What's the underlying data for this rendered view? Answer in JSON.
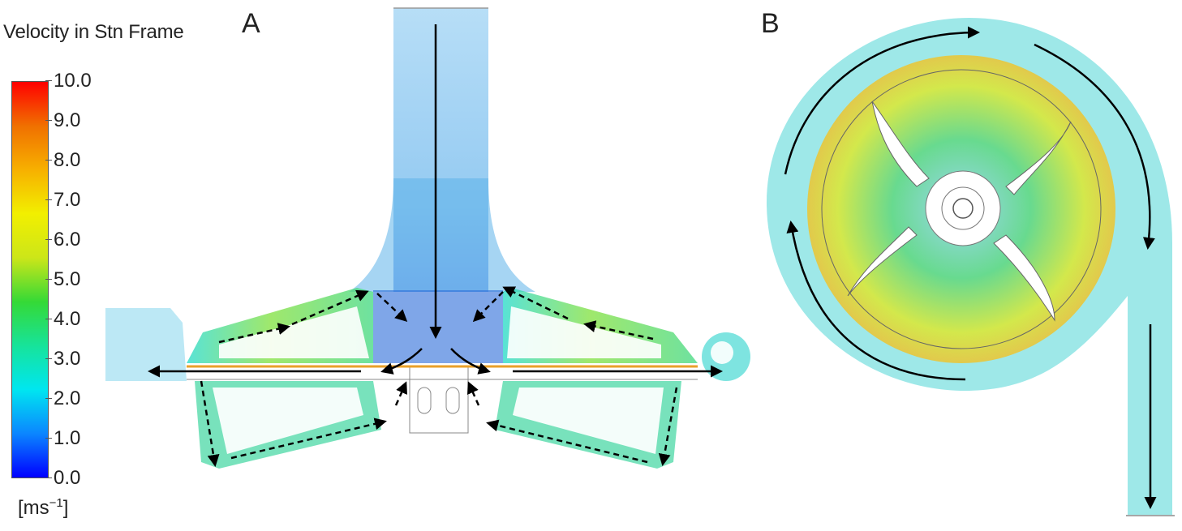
{
  "legend": {
    "title": "Velocity in Stn Frame",
    "unit_base": "[ms",
    "unit_exp": "−1",
    "unit_close": "]",
    "min": 0.0,
    "max": 10.0,
    "ticks": [
      "10.0",
      "9.0",
      "8.0",
      "7.0",
      "6.0",
      "5.0",
      "4.0",
      "3.0",
      "2.0",
      "1.0",
      "0.0"
    ],
    "gradient": [
      "#0000ff",
      "#0b86ff",
      "#00e6f0",
      "#17e39a",
      "#35d936",
      "#cce619",
      "#f2ef00",
      "#f7b000",
      "#f07000",
      "#ff0000"
    ]
  },
  "panels": [
    {
      "label": "A",
      "view": "meridional-section"
    },
    {
      "label": "B",
      "view": "volute-cross-section"
    }
  ]
}
